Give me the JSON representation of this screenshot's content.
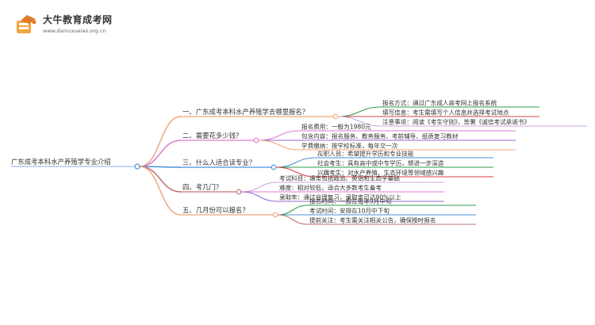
{
  "header": {
    "brand_name": "大牛教育成考网",
    "brand_url": "www.daniuxueiao.org.cn"
  },
  "mindmap": {
    "root": "广东成考本科水产养殖学专业介绍",
    "branches": [
      {
        "title": "一、广东成考本科水产养殖学去哪里报名？",
        "color": "#f0a878",
        "leaves": [
          {
            "text": "报名方式：通过广东成人高考网上报名系统",
            "color": "#2e9e4a"
          },
          {
            "text": "填写信息：考生需填写个人信息并选择考试地点",
            "color": "#d94040"
          },
          {
            "text": "注意事项：阅读《考生守则》，签署《诚信考试承诺书》",
            "color": "#c8a8e0"
          }
        ]
      },
      {
        "title": "二、需要花多少钱？",
        "color": "#e07ad4",
        "leaves": [
          {
            "text": "报名费用：一般为1980元",
            "color": "#e07ad4"
          },
          {
            "text": "包含内容：报名服务、教务服务、考前辅导、纸质复习教材",
            "color": "#9a6ad0"
          },
          {
            "text": "学费缴纳：按学校标准，每年交一次",
            "color": "#f0a878"
          }
        ]
      },
      {
        "title": "三、什么人适合读专业？",
        "color": "#4a90d9",
        "leaves": [
          {
            "text": "在职人员：希望提升学历和专业技能",
            "color": "#4a90d9"
          },
          {
            "text": "社会考生：具有高中或中专学历，想进一步深造",
            "color": "#2e9e4a"
          },
          {
            "text": "兴趣考生：对水产养殖、生态环境等领域感兴趣",
            "color": "#d94040"
          }
        ]
      },
      {
        "title": "四、考几门？",
        "color": "#c07070",
        "leaves": [
          {
            "text": "考试科目：通常包括政治、英语和生态学基础",
            "color": "#c8a8e0"
          },
          {
            "text": "难度：相对较低，适合大多数考生备考",
            "color": "#e07ad4"
          },
          {
            "text": "录取率：通过自理复习，录取率可达90%以上",
            "color": "#9a6ad0"
          }
        ]
      },
      {
        "title": "五、几月份可以报名？",
        "color": "#f0a878",
        "leaves": [
          {
            "text": "报名时间：一般在每年9月中旬",
            "color": "#2e9e4a"
          },
          {
            "text": "考试时间：安排在10月中下旬",
            "color": "#4a90d9"
          },
          {
            "text": "提前关注：考生需关注相关公告，确保按时报名",
            "color": "#c07070"
          }
        ]
      }
    ]
  }
}
